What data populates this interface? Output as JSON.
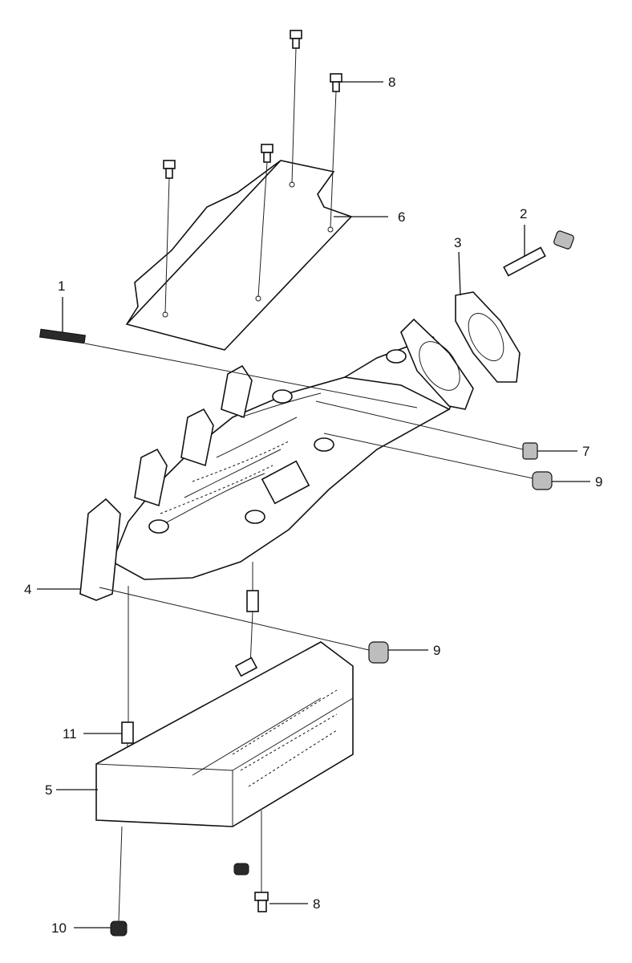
{
  "callouts": [
    {
      "id": "c1",
      "text": "1"
    },
    {
      "id": "c2",
      "text": "2"
    },
    {
      "id": "c3",
      "text": "3"
    },
    {
      "id": "c4",
      "text": "4"
    },
    {
      "id": "c5",
      "text": "5"
    },
    {
      "id": "c6",
      "text": "6"
    },
    {
      "id": "c7",
      "text": "7"
    },
    {
      "id": "c8a",
      "text": "8"
    },
    {
      "id": "c8b",
      "text": "8"
    },
    {
      "id": "c9a",
      "text": "9"
    },
    {
      "id": "c9b",
      "text": "9"
    },
    {
      "id": "c10",
      "text": "10"
    },
    {
      "id": "c11",
      "text": "11"
    }
  ],
  "colors": {
    "line": "#111111",
    "background": "#ffffff",
    "fill_dark": "#2a2a2a"
  }
}
